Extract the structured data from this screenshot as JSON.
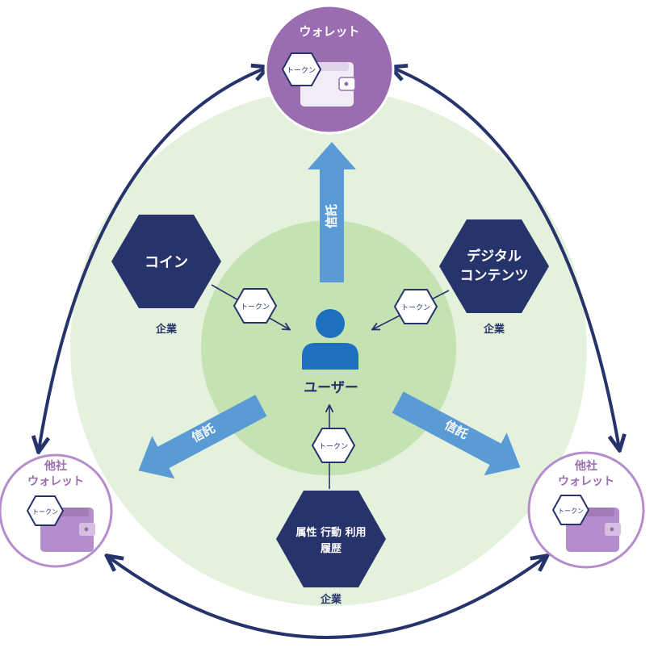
{
  "wallet": {
    "title": "ウォレット",
    "token": "トークン"
  },
  "other_wallet_left": {
    "title_line1": "他社",
    "title_line2": "ウォレット",
    "token": "トークン"
  },
  "other_wallet_right": {
    "title_line1": "他社",
    "title_line2": "ウォレット",
    "token": "トークン"
  },
  "user": {
    "label": "ユーザー"
  },
  "coin": {
    "label": "コイン",
    "company": "企業",
    "token": "トークン"
  },
  "digital": {
    "label_line1": "デジタル",
    "label_line2": "コンテンツ",
    "company": "企業",
    "token": "トークン"
  },
  "history": {
    "label_line1": "属性 行動 利用",
    "label_line2": "履歴",
    "company": "企業",
    "token": "トークン"
  },
  "trust": {
    "up": "信託",
    "left": "信託",
    "right": "信託"
  },
  "colors": {
    "outer_circle": "#e4f1dc",
    "inner_circle": "#c5e2b3",
    "navy": "#27336b",
    "purple": "#9a6cb0",
    "purple_light": "#b58ccc",
    "arrow_blue": "#5b9bd5",
    "user_icon": "#1f6fc0"
  }
}
